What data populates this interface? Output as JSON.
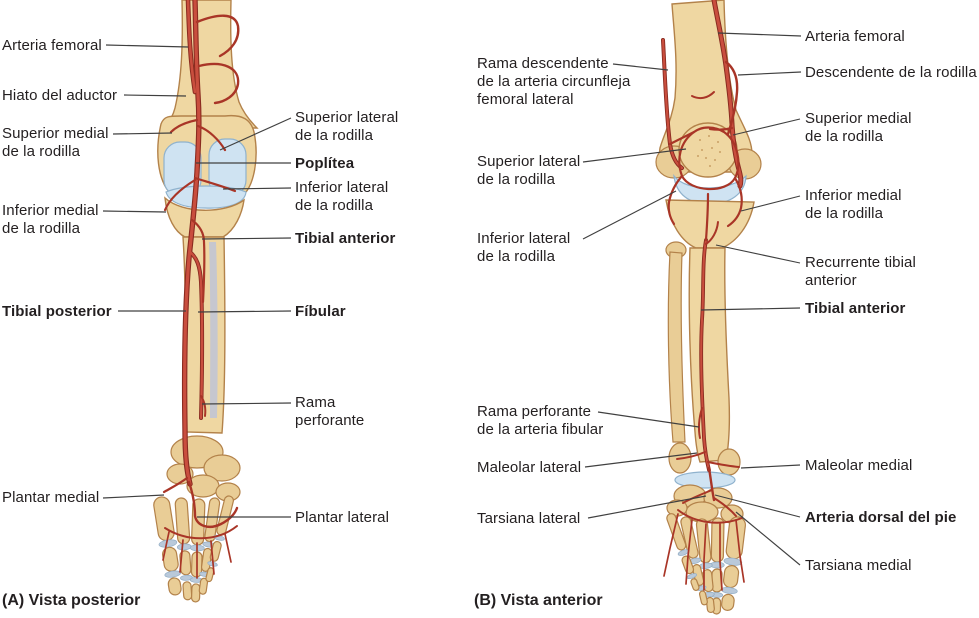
{
  "colors": {
    "background": "#ffffff",
    "text": "#231f20",
    "leader_line": "#404040",
    "bone": "#efd7a2",
    "bone_outline": "#b3824a",
    "cartilage": "#cfe3f2",
    "joint_band": "#b9c9da",
    "artery": "#c94e3e",
    "artery_outline": "#8a2b20"
  },
  "figure_a": {
    "caption": "(A) Vista posterior",
    "labels_left": [
      {
        "text": "Arteria femoral",
        "bold": false
      },
      {
        "text": "Hiato del aductor",
        "bold": false
      },
      {
        "text": "Superior medial\nde la rodilla",
        "bold": false
      },
      {
        "text": "Inferior medial\nde la rodilla",
        "bold": false
      },
      {
        "text": "Tibial posterior",
        "bold": true
      },
      {
        "text": "Plantar medial",
        "bold": false
      }
    ],
    "labels_right": [
      {
        "text": "Superior lateral\nde la rodilla",
        "bold": false
      },
      {
        "text": "Poplítea",
        "bold": true
      },
      {
        "text": "Inferior lateral\nde la rodilla",
        "bold": false
      },
      {
        "text": "Tibial anterior",
        "bold": true
      },
      {
        "text": "Fíbular",
        "bold": true
      },
      {
        "text": "Rama\nperforante",
        "bold": false
      },
      {
        "text": "Plantar lateral",
        "bold": false
      }
    ]
  },
  "figure_b": {
    "caption": "(B) Vista anterior",
    "labels_left": [
      {
        "text": "Rama descendente\nde la arteria circunfleja\nfemoral lateral",
        "bold": false
      },
      {
        "text": "Superior lateral\nde la rodilla",
        "bold": false
      },
      {
        "text": "Inferior lateral\nde la rodilla",
        "bold": false
      },
      {
        "text": "Rama perforante\nde la arteria fibular",
        "bold": false
      },
      {
        "text": "Maleolar lateral",
        "bold": false
      },
      {
        "text": "Tarsiana lateral",
        "bold": false
      }
    ],
    "labels_right": [
      {
        "text": "Arteria femoral",
        "bold": false
      },
      {
        "text": "Descendente de la rodilla",
        "bold": false
      },
      {
        "text": "Superior medial\nde la rodilla",
        "bold": false
      },
      {
        "text": "Inferior medial\nde la rodilla",
        "bold": false
      },
      {
        "text": "Recurrente tibial\nanterior",
        "bold": false
      },
      {
        "text": "Tibial anterior",
        "bold": true
      },
      {
        "text": "Maleolar medial",
        "bold": false
      },
      {
        "text": "Arteria dorsal del pie",
        "bold": true
      },
      {
        "text": "Tarsiana medial",
        "bold": false
      }
    ]
  }
}
